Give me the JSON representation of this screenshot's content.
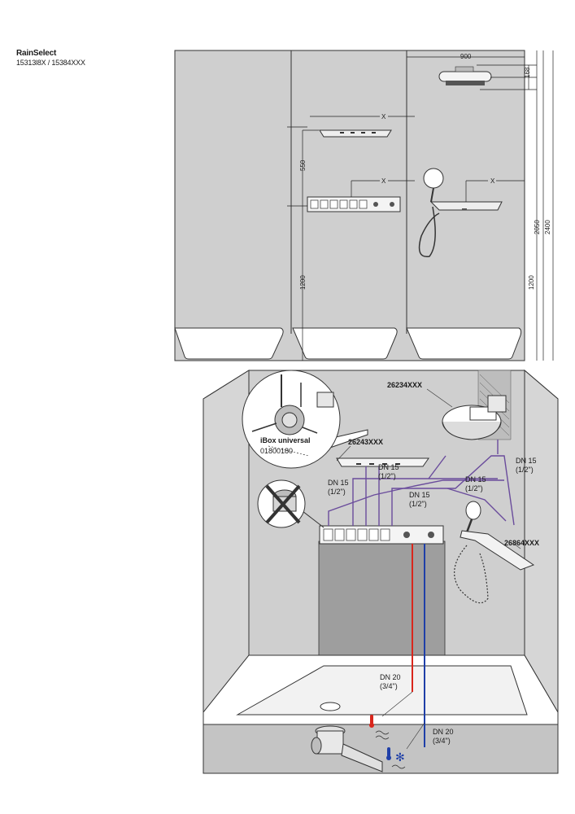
{
  "header": {
    "title": "RainSelect",
    "subtitle": "15313l8X / 15384XXX"
  },
  "elevation_dims": {
    "width_900": "900",
    "head_168": "168",
    "ht_2050": "2050",
    "ht_2400": "2400",
    "ht_1200_right": "1200",
    "ht_550": "550",
    "ht_1200_left": "1200",
    "x1": "X",
    "x2": "X",
    "x3": "X"
  },
  "install": {
    "part_26234": "26234XXX",
    "part_26243": "26243XXX",
    "part_26864": "26864XXX",
    "ibox_name": "iBox universal",
    "ibox_code": "01800180",
    "dn15_a": "DN 15",
    "dn15_a_in": "(1/2\")",
    "dn15_b": "DN 15",
    "dn15_b_in": "(1/2\")",
    "dn15_c": "DN 15",
    "dn15_c_in": "(1/2\")",
    "dn15_d": "DN 15",
    "dn15_d_in": "(1/2\")",
    "dn15_e": "DN 15",
    "dn15_e_in": "(1/2\")",
    "dn20_hot": "DN 20",
    "dn20_hot_in": "(3/4\")",
    "dn20_cold": "DN 20",
    "dn20_cold_in": "(3/4\")"
  },
  "colors": {
    "wall": "#cfcfcf",
    "pipe_purple": "#6a4c9c",
    "pipe_hot": "#d9261c",
    "pipe_cold": "#1f3fa8"
  }
}
